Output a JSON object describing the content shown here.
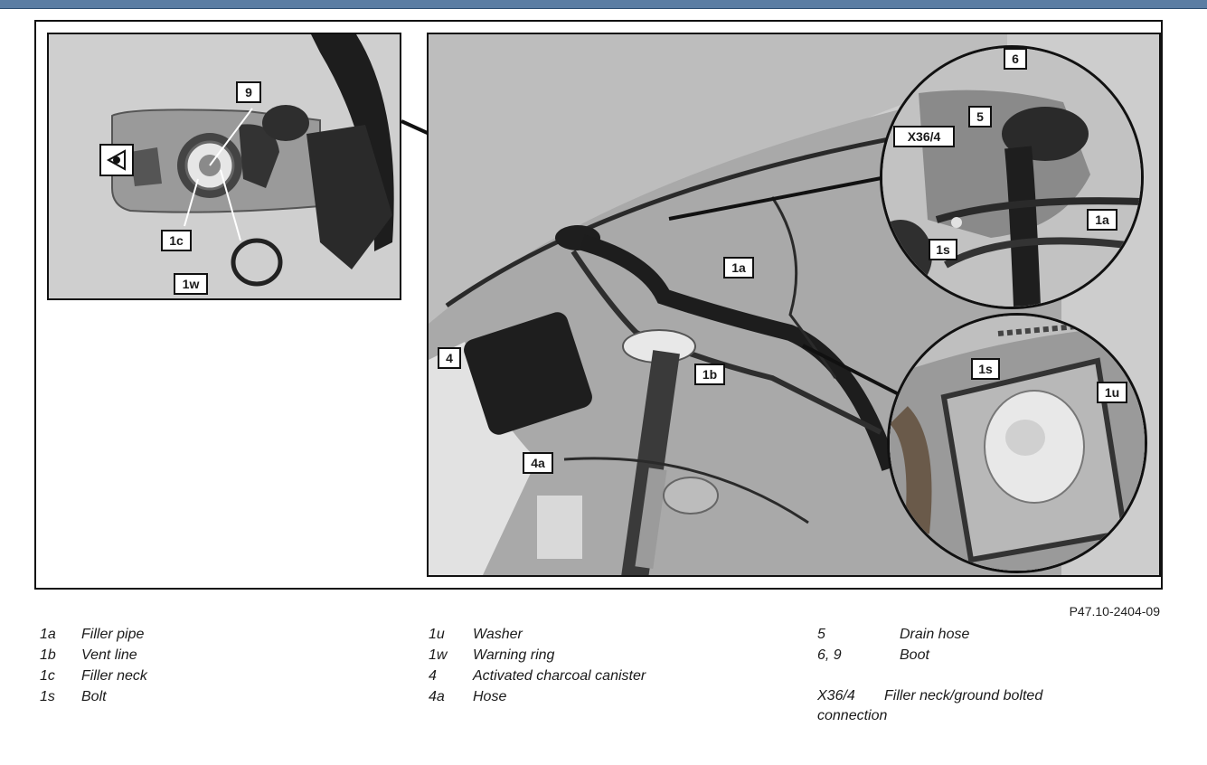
{
  "figure": {
    "id": "P47.10-2404-09",
    "callouts": {
      "left_photo": [
        "9",
        "1c",
        "1w"
      ],
      "main_photo": [
        "1a",
        "1b",
        "4",
        "4a"
      ],
      "detail_top": [
        "6",
        "5",
        "X36/4",
        "1s",
        "1a"
      ],
      "detail_bottom": [
        "1s",
        "1u"
      ]
    },
    "view_symbol_icon": "eye-view-icon"
  },
  "legend": {
    "col1": [
      {
        "code": "1a",
        "label": "Filler pipe"
      },
      {
        "code": "1b",
        "label": "Vent line"
      },
      {
        "code": "1c",
        "label": "Filler neck"
      },
      {
        "code": "1s",
        "label": "Bolt"
      }
    ],
    "col2": [
      {
        "code": "1u",
        "label": "Washer"
      },
      {
        "code": "1w",
        "label": "Warning ring"
      },
      {
        "code": "4",
        "label": "Activated charcoal canister"
      },
      {
        "code": "4a",
        "label": "Hose"
      }
    ],
    "col3": [
      {
        "code": "5",
        "label": "Drain hose"
      },
      {
        "code": "6, 9",
        "label": "Boot"
      },
      {
        "code": "X36/4",
        "label": "Filler neck/ground bolted connection"
      }
    ]
  }
}
